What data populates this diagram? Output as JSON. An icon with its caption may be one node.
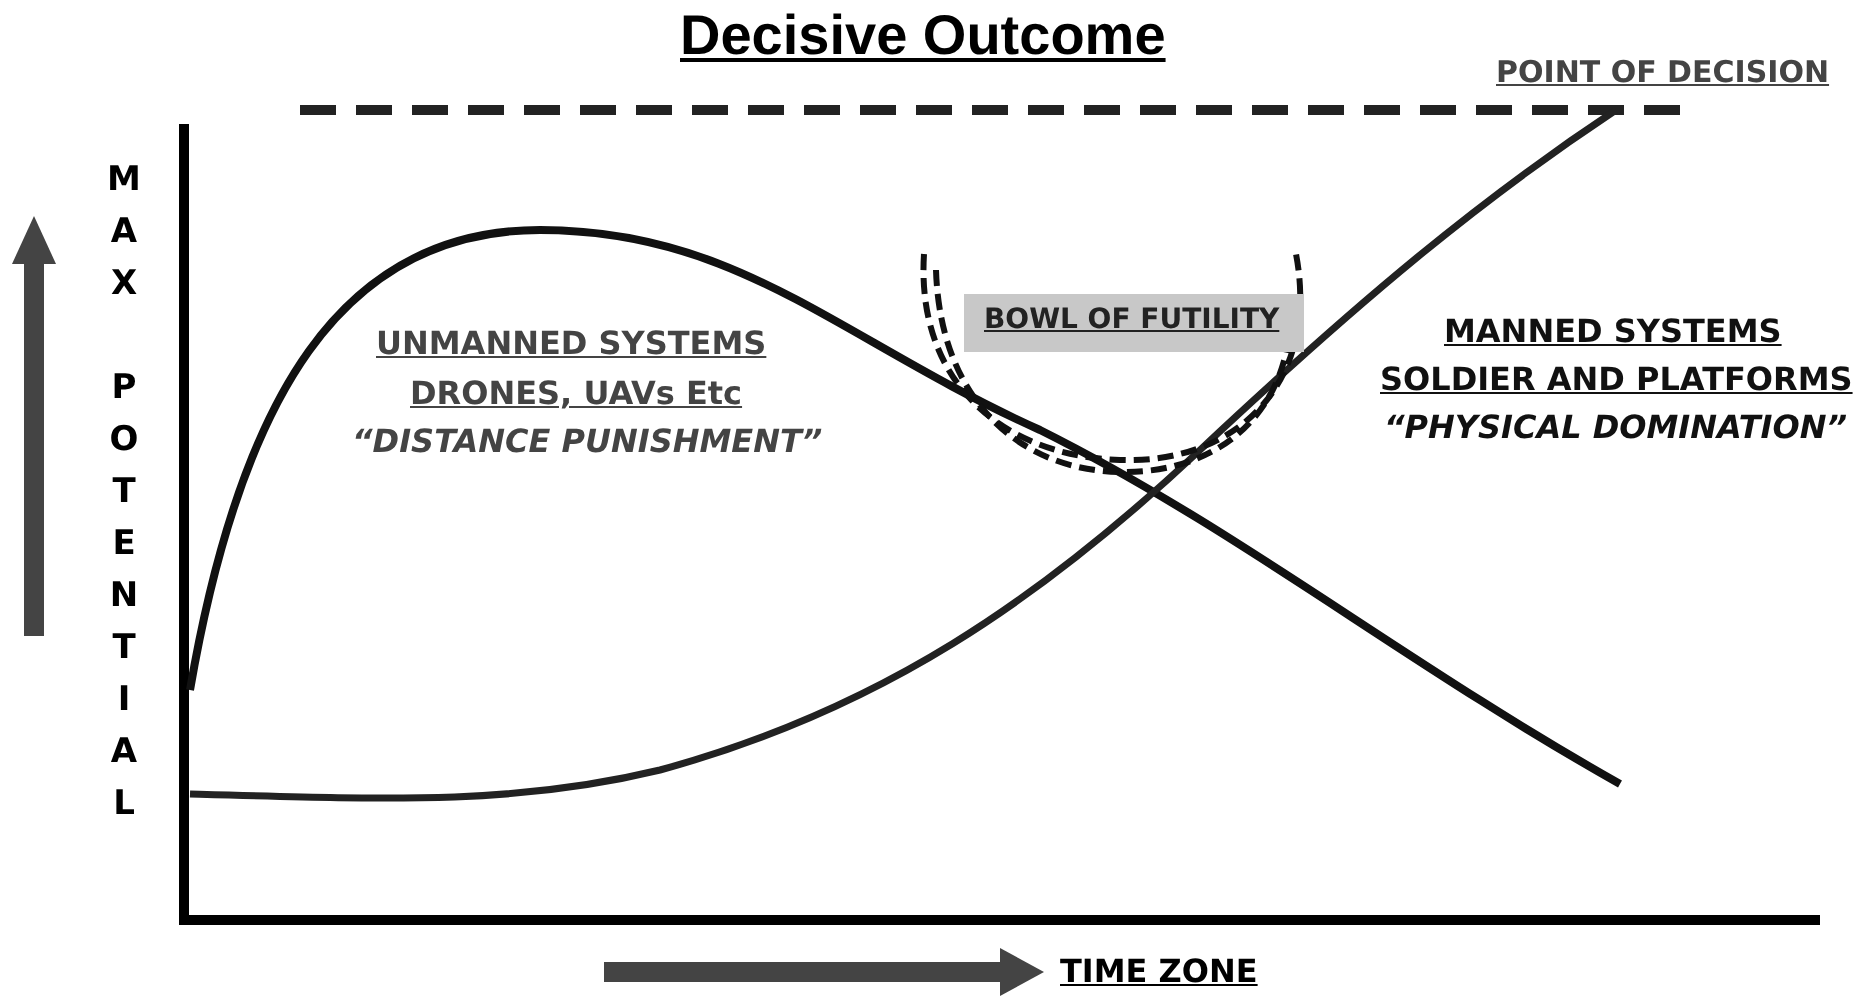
{
  "diagram": {
    "title": "Decisive Outcome",
    "labels": [
      "POINT OF DECISION",
      "MAX POTENTIAL",
      "UNMANNED SYSTEMS",
      "DRONES, UAVs Etc",
      "“DISTANCE PUNISHMENT”",
      "BOWL OF FUTILITY",
      "MANNED SYSTEMS",
      "SOLDIER AND PLATFORMS",
      "“PHYSICAL DOMINATION”",
      "TIME ZONE"
    ]
  }
}
